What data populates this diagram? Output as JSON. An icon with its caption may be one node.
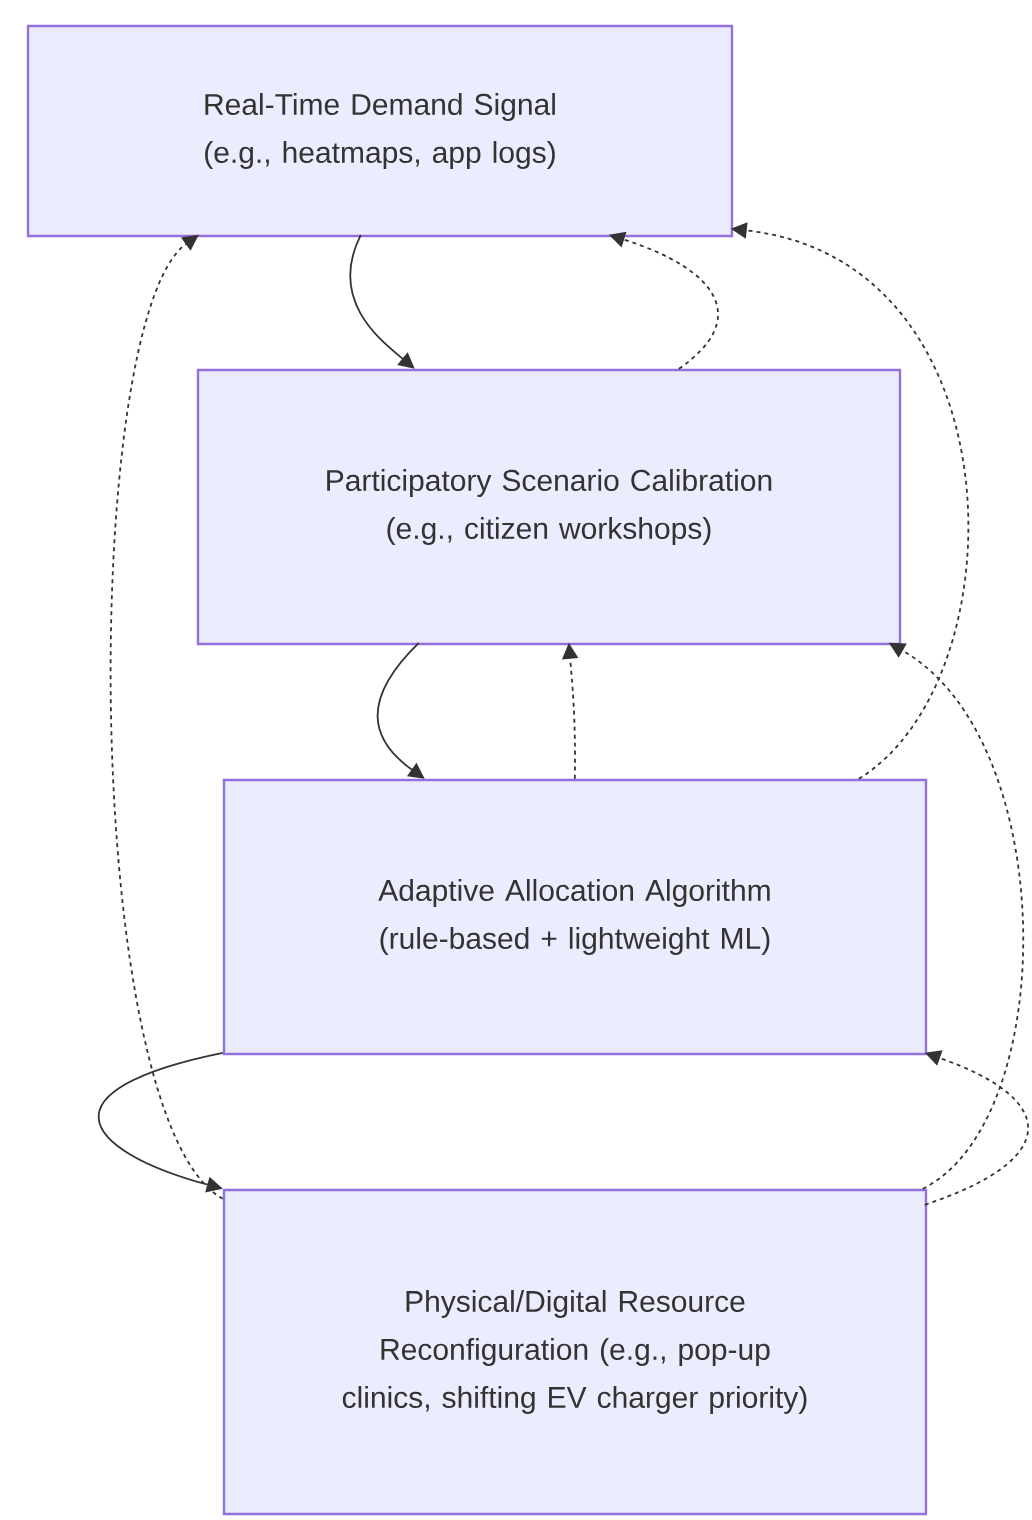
{
  "diagram": {
    "nodes": [
      {
        "text": [
          "Real-Time Demand Signal (e.g., heatmaps, app logs)"
        ]
      },
      {
        "text": [
          "Participatory Scenario Calibration (e.g., citizen workshops)"
        ]
      },
      {
        "text": [
          "Adaptive Allocation Algorithm (rule-based + lightweight ML)"
        ]
      },
      {
        "text": [
          "Physical/Digital Resource Reconfiguration (e.g., pop-up clinics, shifting EV charger priority)"
        ]
      }
    ],
    "edges": [
      {
        "from": 0,
        "to": 1,
        "arrow": "to"
      },
      {
        "from": 1,
        "to": 2,
        "arrow": "to"
      },
      {
        "from": 2,
        "to": 3,
        "arrow": "to"
      },
      {
        "from": 1,
        "to": 0,
        "arrow": "to",
        "style": "dashed"
      },
      {
        "from": 2,
        "to": 1,
        "arrow": "to",
        "style": "dashed"
      },
      {
        "from": 2,
        "to": 0,
        "arrow": "to",
        "style": "dashed"
      },
      {
        "from": 3,
        "to": 0,
        "arrow": "to",
        "style": "dashed"
      },
      {
        "from": 3,
        "to": 1,
        "arrow": "to",
        "style": "dashed"
      },
      {
        "from": 3,
        "to": 2,
        "arrow": "to",
        "style": "dashed"
      }
    ]
  }
}
